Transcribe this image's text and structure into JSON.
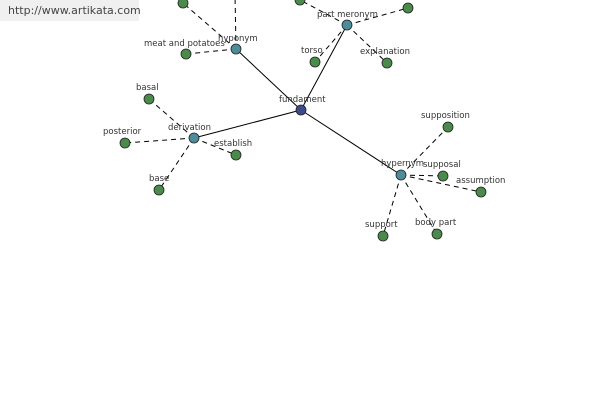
{
  "watermark": "http://www.artikata.com",
  "colors": {
    "center": "#3b4a8a",
    "hub": "#4d8c9a",
    "leaf": "#4a8a4a",
    "edge": "#000000"
  },
  "nodes": [
    {
      "id": "fundament",
      "label": "fundament",
      "kind": "center"
    },
    {
      "id": "hyponym",
      "label": "hyponym",
      "kind": "hub"
    },
    {
      "id": "part-meronym",
      "label": "part meronym",
      "kind": "hub"
    },
    {
      "id": "derivation",
      "label": "derivation",
      "kind": "hub"
    },
    {
      "id": "hypernym",
      "label": "hypernym",
      "kind": "hub"
    },
    {
      "id": "meat-and-potatoes",
      "label": "meat and potatoes",
      "kind": "leaf"
    },
    {
      "id": "torso",
      "label": "torso",
      "kind": "leaf"
    },
    {
      "id": "explanation",
      "label": "explanation",
      "kind": "leaf"
    },
    {
      "id": "basal",
      "label": "basal",
      "kind": "leaf"
    },
    {
      "id": "posterior",
      "label": "posterior",
      "kind": "leaf"
    },
    {
      "id": "establish",
      "label": "establish",
      "kind": "leaf"
    },
    {
      "id": "base",
      "label": "base",
      "kind": "leaf"
    },
    {
      "id": "supposition",
      "label": "supposition",
      "kind": "leaf"
    },
    {
      "id": "supposal",
      "label": "supposal",
      "kind": "leaf"
    },
    {
      "id": "assumption",
      "label": "assumption",
      "kind": "leaf"
    },
    {
      "id": "support",
      "label": "support",
      "kind": "leaf"
    },
    {
      "id": "body-part",
      "label": "body part",
      "kind": "leaf"
    },
    {
      "id": "hyponym-leaf-top",
      "label": "",
      "kind": "leaf"
    },
    {
      "id": "meronym-leaf-top-left",
      "label": "",
      "kind": "leaf"
    },
    {
      "id": "meronym-leaf-top-right",
      "label": "",
      "kind": "leaf"
    }
  ],
  "edges": [
    {
      "from": "fundament",
      "to": "hyponym",
      "style": "solid"
    },
    {
      "from": "fundament",
      "to": "part-meronym",
      "style": "solid"
    },
    {
      "from": "fundament",
      "to": "derivation",
      "style": "solid"
    },
    {
      "from": "fundament",
      "to": "hypernym",
      "style": "solid"
    },
    {
      "from": "hyponym",
      "to": "meat-and-potatoes",
      "style": "dashed"
    },
    {
      "from": "hyponym",
      "to": "hyponym-leaf-top",
      "style": "dashed"
    },
    {
      "from": "hyponym",
      "to": "hyponym-offscreen-top",
      "style": "dashed"
    },
    {
      "from": "part-meronym",
      "to": "torso",
      "style": "dashed"
    },
    {
      "from": "part-meronym",
      "to": "explanation",
      "style": "dashed"
    },
    {
      "from": "part-meronym",
      "to": "meronym-leaf-top-left",
      "style": "dashed"
    },
    {
      "from": "part-meronym",
      "to": "meronym-leaf-top-right",
      "style": "dashed"
    },
    {
      "from": "derivation",
      "to": "basal",
      "style": "dashed"
    },
    {
      "from": "derivation",
      "to": "posterior",
      "style": "dashed"
    },
    {
      "from": "derivation",
      "to": "establish",
      "style": "dashed"
    },
    {
      "from": "derivation",
      "to": "base",
      "style": "dashed"
    },
    {
      "from": "hypernym",
      "to": "supposition",
      "style": "dashed"
    },
    {
      "from": "hypernym",
      "to": "supposal",
      "style": "dashed"
    },
    {
      "from": "hypernym",
      "to": "assumption",
      "style": "dashed"
    },
    {
      "from": "hypernym",
      "to": "support",
      "style": "dashed"
    },
    {
      "from": "hypernym",
      "to": "body-part",
      "style": "dashed"
    }
  ]
}
